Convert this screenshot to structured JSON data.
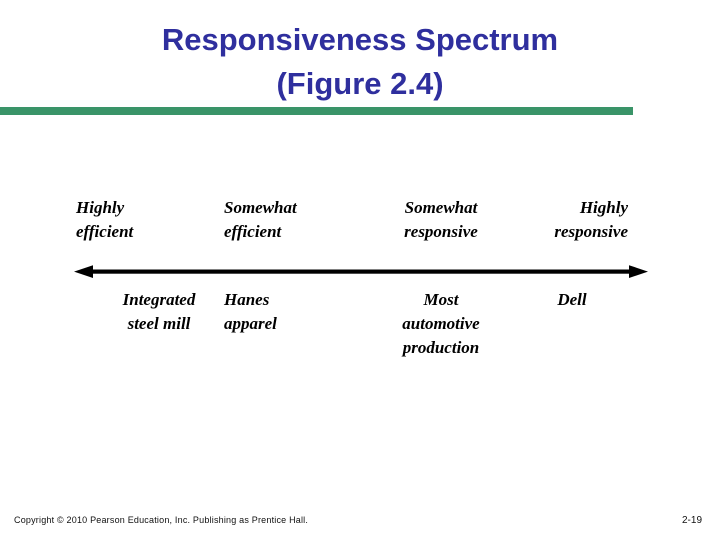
{
  "slide": {
    "title_lines": [
      "Responsiveness Spectrum",
      "(Figure 2.4)"
    ],
    "accent_rule_color": "#3a9468",
    "title_color": "#2f2f9e"
  },
  "diagram": {
    "type": "spectrum-axis",
    "axis": {
      "name": "responsiveness-axis",
      "arrow_style": "double-headed",
      "color": "#000000"
    },
    "scale_labels": [
      {
        "id": "highly-efficient",
        "text": "Highly\nefficient",
        "line1": "Highly",
        "line2": "efficient",
        "align": "left"
      },
      {
        "id": "somewhat-efficient",
        "text": "Somewhat\nefficient",
        "line1": "Somewhat",
        "line2": "efficient",
        "align": "left"
      },
      {
        "id": "somewhat-responsive",
        "text": "Somewhat\nresponsive",
        "line1": "Somewhat",
        "line2": "responsive",
        "align": "center"
      },
      {
        "id": "highly-responsive",
        "text": "Highly\nresponsive",
        "line1": "Highly",
        "line2": "responsive",
        "align": "right"
      }
    ],
    "examples": [
      {
        "id": "integrated-steel-mill",
        "line1": "Integrated",
        "line2": "steel mill",
        "line3": "",
        "align": "center"
      },
      {
        "id": "hanes-apparel",
        "line1": "Hanes",
        "line2": "apparel",
        "line3": "",
        "align": "left"
      },
      {
        "id": "most-automotive-production",
        "line1": "Most",
        "line2": "automotive",
        "line3": "production",
        "align": "center"
      },
      {
        "id": "dell",
        "line1": "Dell",
        "line2": "",
        "line3": "",
        "align": "center"
      }
    ]
  },
  "footer": {
    "copyright": "Copyright © 2010 Pearson Education, Inc. Publishing as Prentice Hall.",
    "page_number": "2-19"
  }
}
